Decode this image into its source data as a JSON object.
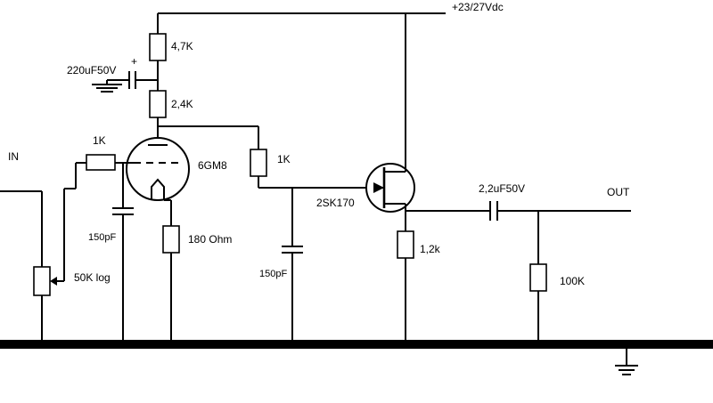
{
  "labels": {
    "supply": "+23/27Vdc",
    "input": "IN",
    "output": "OUT",
    "r_4k7": "4,7K",
    "c_220u": "220uF50V",
    "c_220u_polarity": "+",
    "r_2k4": "2,4K",
    "r_1k_grid": "1K",
    "r_1k_gate": "1K",
    "tube": "6GM8",
    "c_150p_grid": "150pF",
    "r_180": "180 Ohm",
    "c_150p_gate": "150pF",
    "jfet": "2SK170",
    "r_1k2": "1,2k",
    "c_2u2": "2,2uF50V",
    "r_100k": "100K",
    "pot": "50K log"
  },
  "icons": {
    "ground": "ground-icon",
    "tube": "triode-tube-icon",
    "jfet": "n-channel-jfet-icon",
    "resistor": "resistor-icon",
    "capacitor": "capacitor-icon",
    "potentiometer": "potentiometer-icon"
  }
}
